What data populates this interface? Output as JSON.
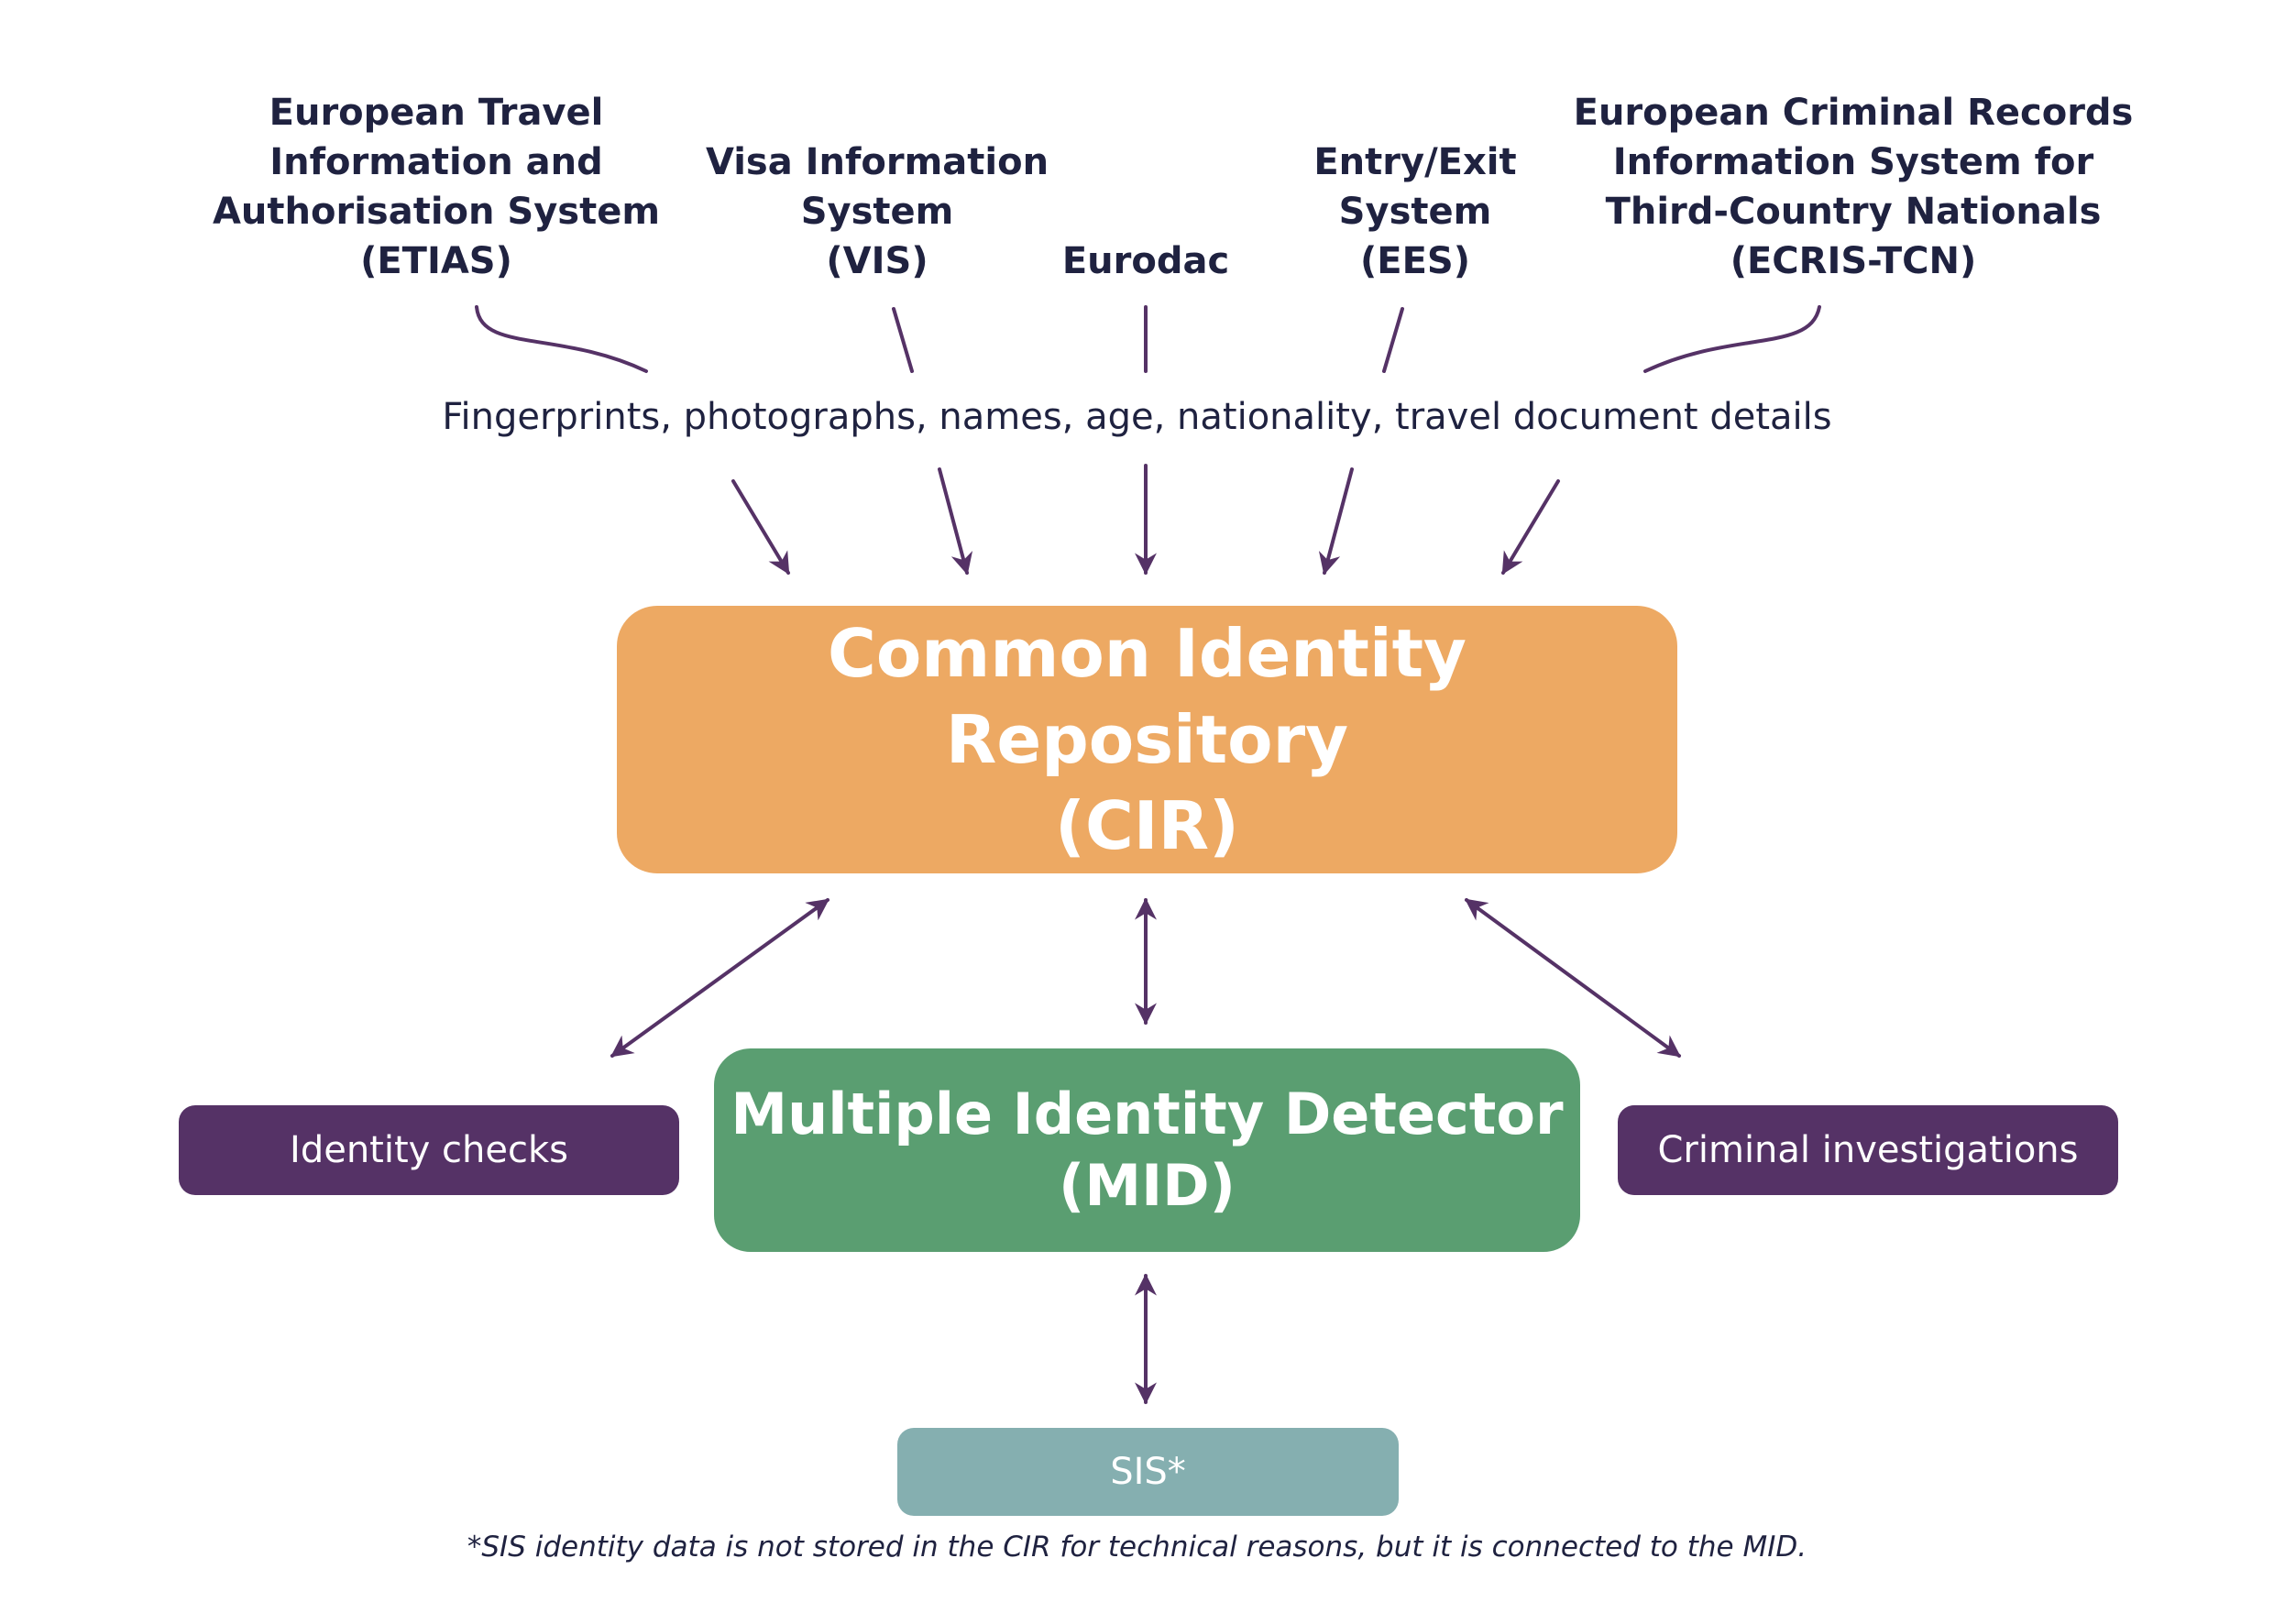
{
  "sources": [
    {
      "id": "etias",
      "lines": [
        "European Travel",
        "Information and",
        "Authorisation System",
        "(ETIAS)"
      ]
    },
    {
      "id": "vis",
      "lines": [
        "Visa Information",
        "System",
        "(VIS)"
      ]
    },
    {
      "id": "eurodac",
      "lines": [
        "Eurodac"
      ]
    },
    {
      "id": "ees",
      "lines": [
        "Entry/Exit",
        "System",
        "(EES)"
      ]
    },
    {
      "id": "ecris",
      "lines": [
        "European Criminal Records",
        "Information System for",
        "Third-Country Nationals",
        "(ECRIS-TCN)"
      ]
    }
  ],
  "data_fields": "Fingerprints, photographs, names, age, nationality, travel document details",
  "cir": {
    "line1": "Common Identity Repository",
    "line2": "(CIR)"
  },
  "mid": {
    "line1": "Multiple Identity Detector",
    "line2": "(MID)"
  },
  "identity_checks": "Identity checks",
  "criminal_investigations": "Criminal investigations",
  "sis": "SIS*",
  "footnote": "*SIS identity data is not stored in the CIR for technical reasons, but it is connected to the MID.",
  "colors": {
    "cir": "#eda963",
    "mid": "#5a9e71",
    "side_boxes": "#553266",
    "sis": "#85afb0",
    "arrows": "#553266",
    "text": "#1f2240"
  }
}
